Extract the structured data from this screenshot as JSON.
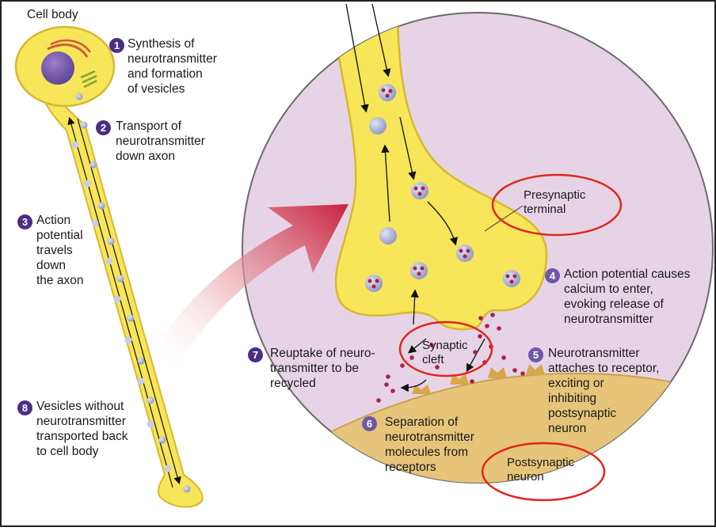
{
  "labels": {
    "cell_body": "Cell body",
    "presynaptic_terminal": "Presynaptic\nterminal",
    "synaptic_cleft": "Synaptic\ncleft",
    "postsynaptic_neuron": "Postsynaptic\nneuron"
  },
  "steps": [
    {
      "number": "1",
      "text": "Synthesis of\nneurotransmitter\nand formation\nof vesicles"
    },
    {
      "number": "2",
      "text": "Transport of\nneurotransmitter\ndown axon"
    },
    {
      "number": "3",
      "text": "Action\npotential\ntravels\ndown\nthe axon"
    },
    {
      "number": "4",
      "text": "Action potential causes\ncalcium to enter,\nevoking release of\nneurotransmitter"
    },
    {
      "number": "5",
      "text": "Neurotransmitter\nattaches to receptor,\nexciting or\ninhibiting\npostsynaptic\nneuron"
    },
    {
      "number": "6",
      "text": "Separation of\nneurotransmitter\nmolecules from\nreceptors"
    },
    {
      "number": "7",
      "text": "Reuptake of neuro-\ntransmitter to be\nrecycled"
    },
    {
      "number": "8",
      "text": "Vesicles without\nneurotransmitter\ntransported back\nto cell body"
    }
  ],
  "colors": {
    "neuron_fill": "#f7e55a",
    "neuron_edge": "#d8b830",
    "circle_bg": "#e6d4e6",
    "postsynaptic": "#e6c57a",
    "highlight_ring": "#e0261b",
    "step_badge": "#4b2e83",
    "vesicle": "#aab4d8",
    "transmitter": "#b01f4a",
    "big_arrow": "#c8203a"
  }
}
